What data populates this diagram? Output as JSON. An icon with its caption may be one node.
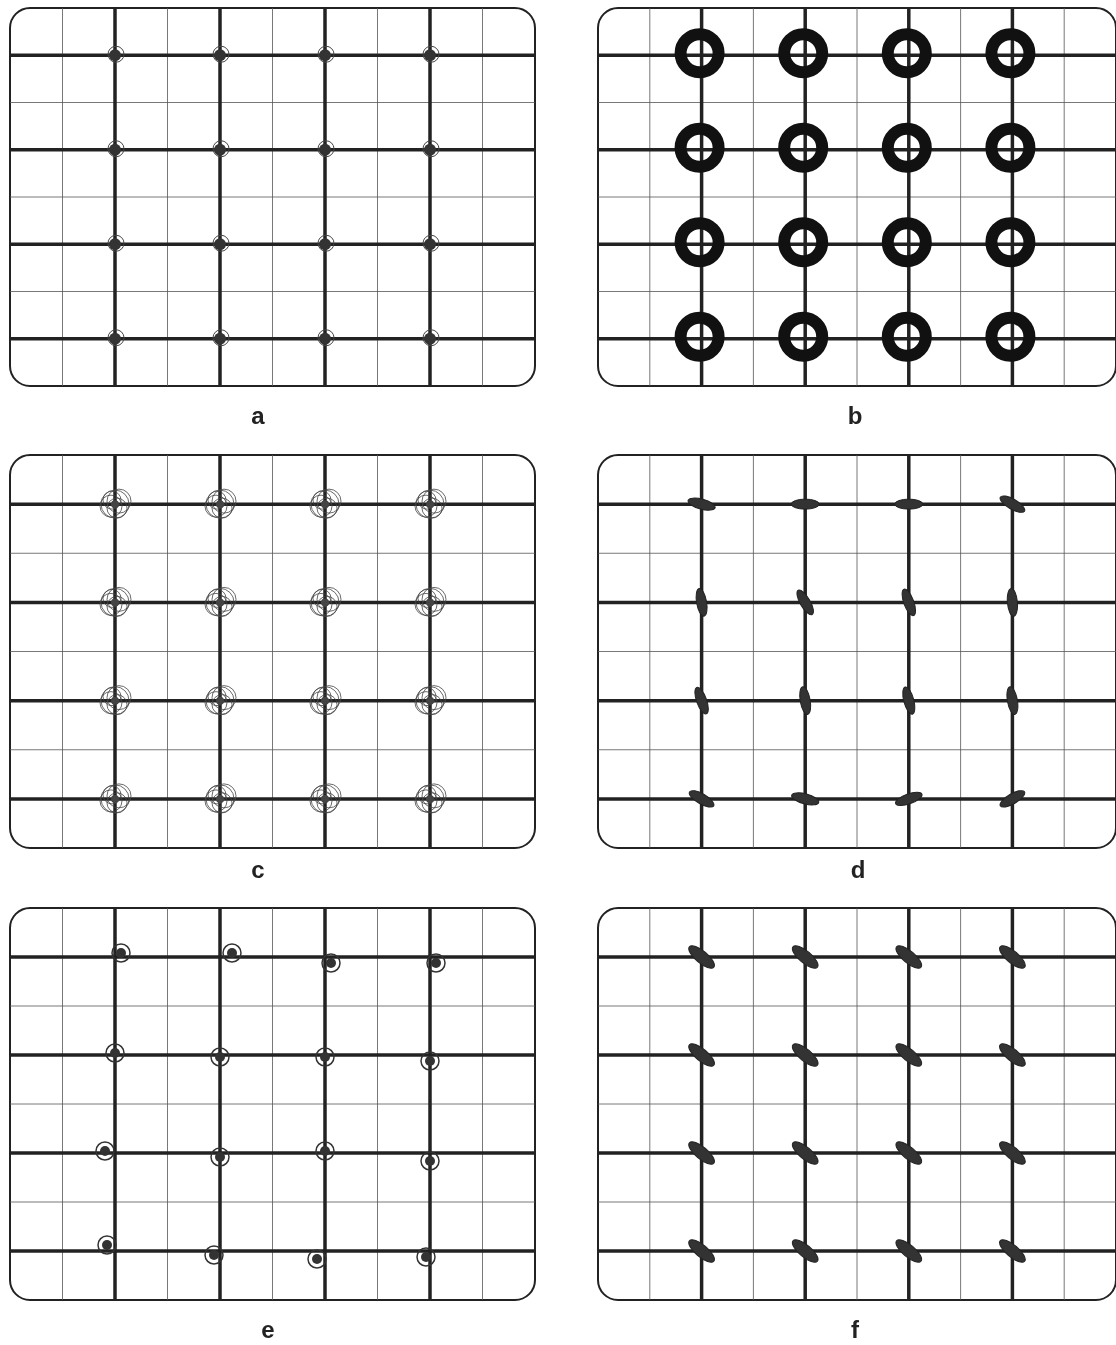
{
  "diagram": {
    "labels": [
      "a",
      "b",
      "c",
      "d",
      "e",
      "f"
    ]
  }
}
